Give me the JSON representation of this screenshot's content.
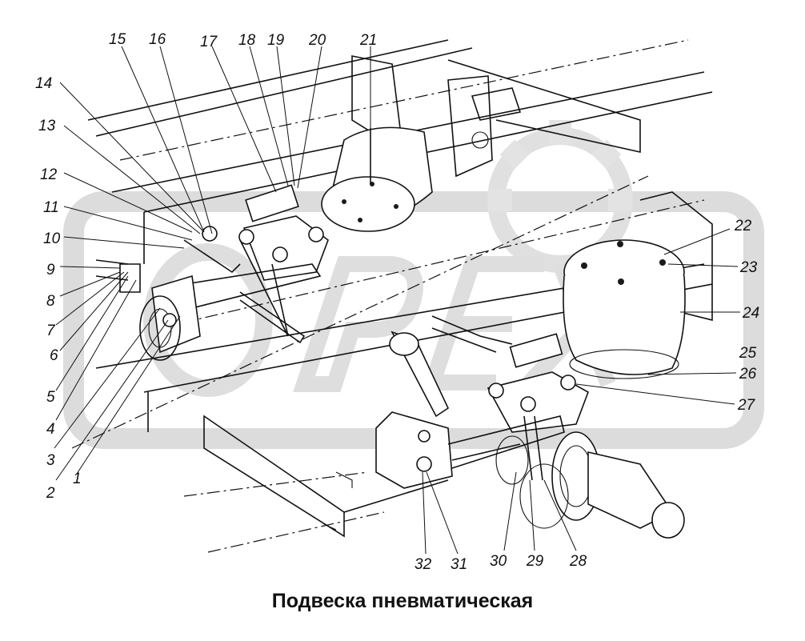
{
  "caption": "Подвеска пневматическая",
  "callouts": [
    {
      "n": "1"
    },
    {
      "n": "2"
    },
    {
      "n": "3"
    },
    {
      "n": "4"
    },
    {
      "n": "5"
    },
    {
      "n": "6"
    },
    {
      "n": "7"
    },
    {
      "n": "8"
    },
    {
      "n": "9"
    },
    {
      "n": "10"
    },
    {
      "n": "11"
    },
    {
      "n": "12"
    },
    {
      "n": "13"
    },
    {
      "n": "14"
    },
    {
      "n": "15"
    },
    {
      "n": "16"
    },
    {
      "n": "17"
    },
    {
      "n": "18"
    },
    {
      "n": "19"
    },
    {
      "n": "20"
    },
    {
      "n": "21"
    },
    {
      "n": "22"
    },
    {
      "n": "23"
    },
    {
      "n": "24"
    },
    {
      "n": "25"
    },
    {
      "n": "26"
    },
    {
      "n": "27"
    },
    {
      "n": "28"
    },
    {
      "n": "29"
    },
    {
      "n": "30"
    },
    {
      "n": "31"
    },
    {
      "n": "32"
    }
  ],
  "colors": {
    "line": "#111111",
    "watermark": "#dcdcdc",
    "background": "#ffffff"
  }
}
